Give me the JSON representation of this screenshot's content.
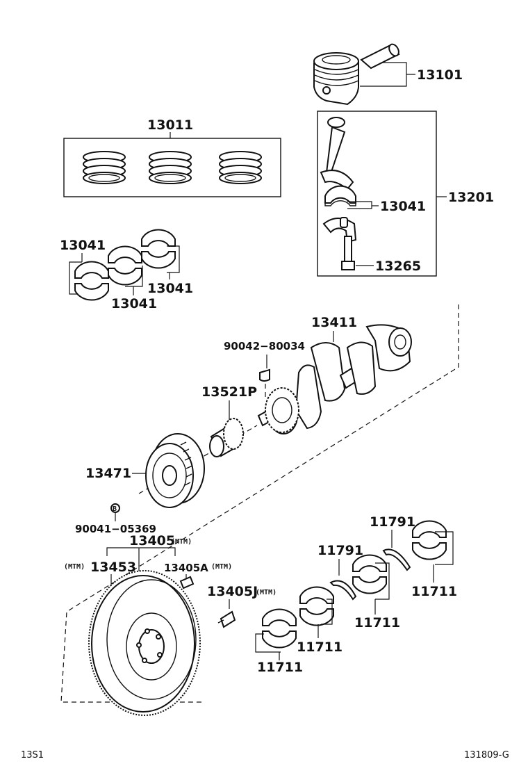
{
  "diagram": {
    "labels": {
      "p13101": "13101",
      "p13011": "13011",
      "p13201": "13201",
      "p13041_rod": "13041",
      "p13265": "13265",
      "p13041_a": "13041",
      "p13041_b": "13041",
      "p13041_c": "13041",
      "p13411": "13411",
      "p90042": "90042−80034",
      "p13521p": "13521P",
      "p13471": "13471",
      "p90041": "90041−05369",
      "p13405": "13405",
      "p13405_sfx": "(MTM)",
      "p13453_pre": "(MTM)",
      "p13453": "13453",
      "p13405a": "13405A",
      "p13405a_sfx": "(MTM)",
      "p13405j": "13405J",
      "p13405j_sfx": "(MTM)",
      "p11791_a": "11791",
      "p11791_b": "11791",
      "p11711_a": "11711",
      "p11711_b": "11711",
      "p11711_c": "11711",
      "p11711_d": "11711",
      "bolt_mark": "B"
    },
    "footer": {
      "left": "13S1",
      "right": "131809-G"
    }
  }
}
